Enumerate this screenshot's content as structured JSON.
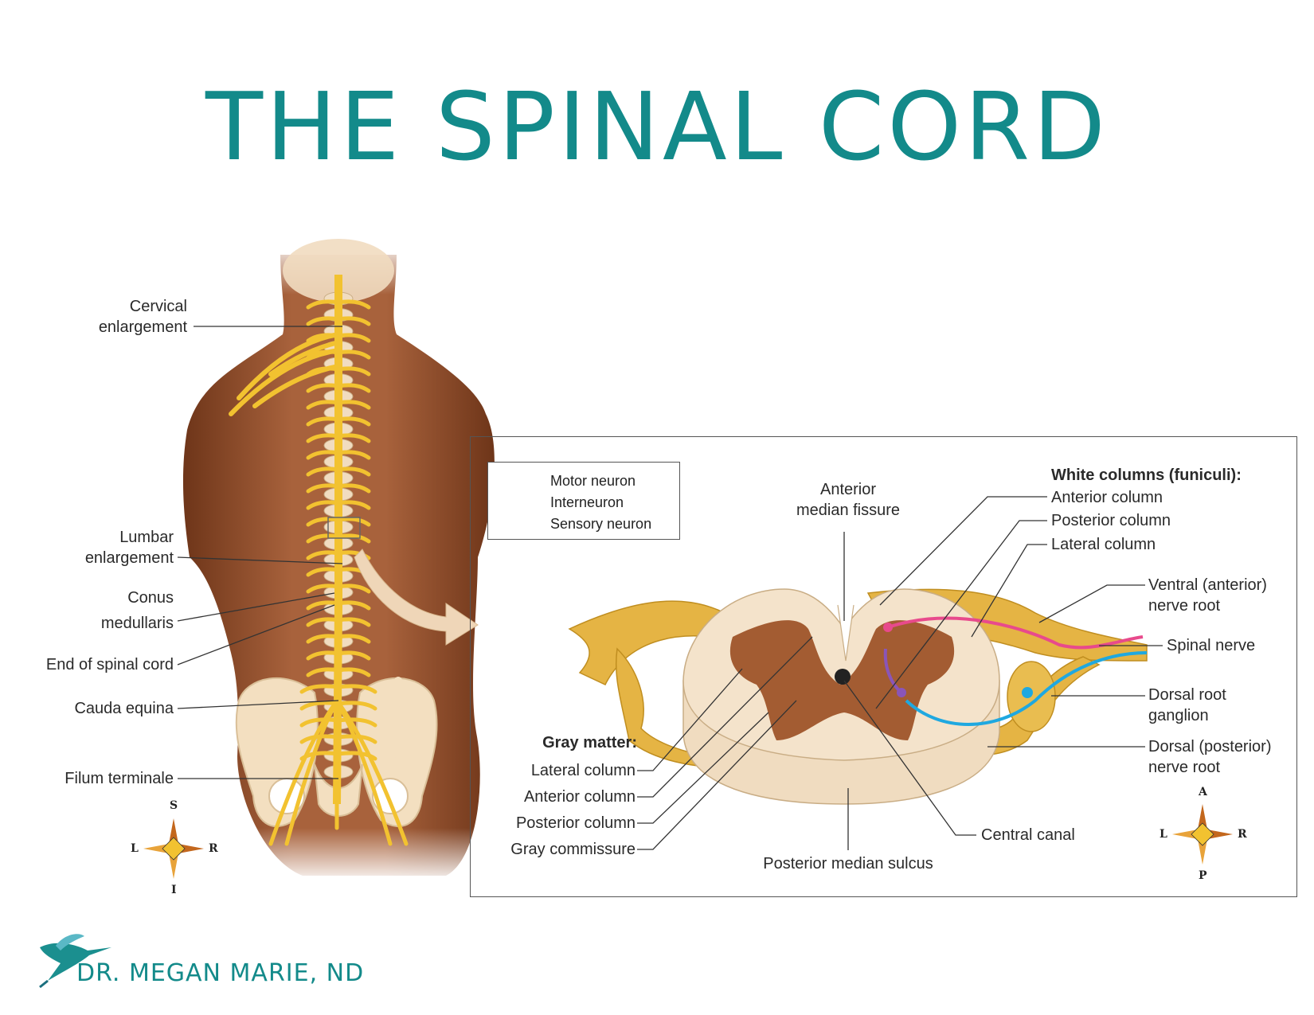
{
  "title": "THE SPINAL CORD",
  "body_labels": {
    "cervical": [
      "Cervical",
      "enlargement"
    ],
    "lumbar": [
      "Lumbar",
      "enlargement"
    ],
    "conus": [
      "Conus",
      "medullaris"
    ],
    "end_cord": "End of spinal cord",
    "cauda": "Cauda equina",
    "filum": "Filum terminale"
  },
  "compass_body": {
    "top": "S",
    "left": "L",
    "right": "R",
    "bottom": "I"
  },
  "compass_section": {
    "top": "A",
    "left": "L",
    "right": "R",
    "bottom": "P"
  },
  "legend": [
    {
      "label": "Motor neuron",
      "color": "#e84a8c"
    },
    {
      "label": "Interneuron",
      "color": "#8a55b8"
    },
    {
      "label": "Sensory neuron",
      "color": "#1fa8e0"
    }
  ],
  "section_labels": {
    "anterior_fissure": [
      "Anterior",
      "median fissure"
    ],
    "white_heading": "White columns (funiculi):",
    "white_anterior": "Anterior column",
    "white_posterior": "Posterior column",
    "white_lateral": "Lateral column",
    "ventral_root": [
      "Ventral (anterior)",
      "nerve root"
    ],
    "spinal_nerve": "Spinal nerve",
    "drg": [
      "Dorsal root",
      "ganglion"
    ],
    "dorsal_root": [
      "Dorsal (posterior)",
      "nerve root"
    ],
    "gray_heading": "Gray matter:",
    "gray_lateral": "Lateral column",
    "gray_anterior": "Anterior column",
    "gray_posterior": "Posterior column",
    "gray_commissure": "Gray commissure",
    "central_canal": "Central canal",
    "posterior_sulcus": "Posterior median sulcus"
  },
  "brand": "DR. MEGAN MARIE, ND",
  "colors": {
    "accent": "#138a8a",
    "skin": "#8e4a2c",
    "nerve": "#f2c230",
    "bone": "#f3dfc0"
  }
}
